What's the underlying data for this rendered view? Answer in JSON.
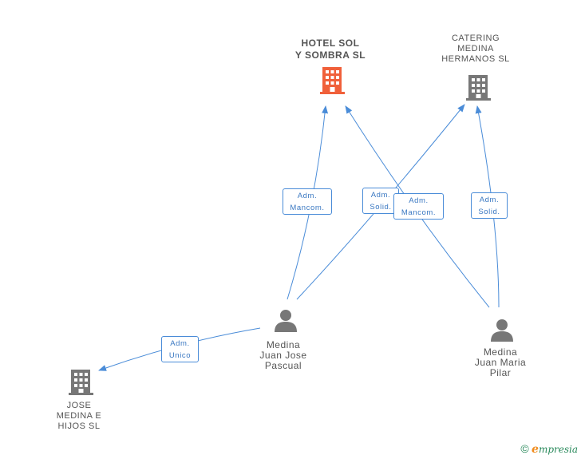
{
  "nodes": {
    "hotel": {
      "label": "HOTEL SOL\nY SOMBRA SL",
      "icon": "building-icon",
      "color": "#f0603a"
    },
    "catering": {
      "label": "CATERING\nMEDINA\nHERMANOS SL",
      "icon": "building-icon",
      "color": "#777777"
    },
    "jose_medina": {
      "label": "JOSE\nMEDINA E\nHIJOS  SL",
      "icon": "building-icon",
      "color": "#777777"
    },
    "juan_jose": {
      "label": "Medina\nJuan Jose\nPascual",
      "icon": "person-icon",
      "color": "#777777"
    },
    "juan_maria": {
      "label": "Medina\nJuan Maria\nPilar",
      "icon": "person-icon",
      "color": "#777777"
    }
  },
  "edges": [
    {
      "from": "juan_jose",
      "to": "hotel",
      "label": "Adm.\nMancom."
    },
    {
      "from": "juan_jose",
      "to": "catering",
      "label": "Adm.\nSolid."
    },
    {
      "from": "juan_maria",
      "to": "hotel",
      "label": "Adm.\nMancom."
    },
    {
      "from": "juan_maria",
      "to": "catering",
      "label": "Adm.\nSolid."
    },
    {
      "from": "juan_jose",
      "to": "jose_medina",
      "label": "Adm.\nUnico"
    }
  ],
  "colors": {
    "edge": "#4a8cd8",
    "edge_text": "#3a78c2"
  },
  "brand": {
    "copyright": "©",
    "e": "e",
    "name": "mpresia"
  }
}
